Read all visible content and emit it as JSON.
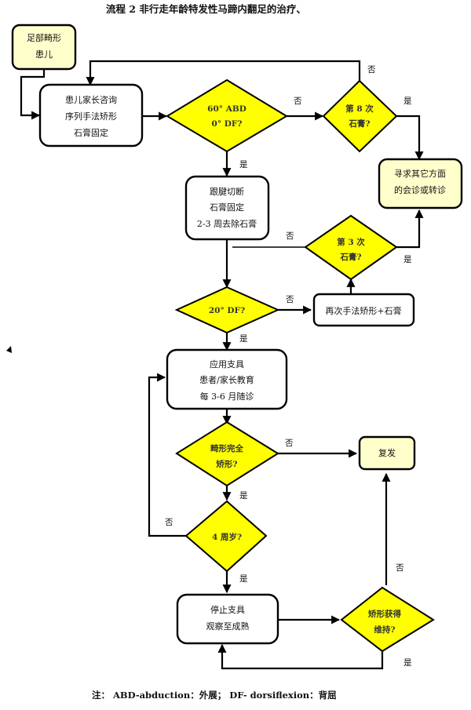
{
  "title": "流程 2  非行走年龄特发性马蹄内翻足的治疗、",
  "colors": {
    "terminal_fill": "#ffffcc",
    "process_fill": "#ffffff",
    "decision_fill": "#ffff00",
    "stroke": "#000000"
  },
  "nodes": {
    "start": {
      "lines": [
        "足部畸形",
        "患儿"
      ]
    },
    "consult": {
      "lines": [
        "患儿家长咨询",
        "序列手法矫形",
        "石膏固定"
      ]
    },
    "d_abd": {
      "lines": [
        "60° ABD",
        "0° DF?"
      ]
    },
    "d_cast8": {
      "lines": [
        "第 8 次",
        "石膏?"
      ]
    },
    "referral": {
      "lines": [
        "寻求其它方面",
        "的会诊或转诊"
      ]
    },
    "tenotomy": {
      "lines": [
        "跟腱切断",
        "石膏固定",
        "2-3 周去除石膏"
      ]
    },
    "d_cast3": {
      "lines": [
        "第 3 次",
        "石膏?"
      ]
    },
    "d_df20": {
      "lines": [
        "20° DF?"
      ]
    },
    "recast": {
      "lines": [
        "再次手法矫形+石膏"
      ]
    },
    "brace": {
      "lines": [
        "应用支具",
        "患者/家长教育",
        "每 3-6 月随诊"
      ]
    },
    "d_full": {
      "lines": [
        "畸形完全",
        "矫形?"
      ]
    },
    "relapse": {
      "lines": [
        "复发"
      ]
    },
    "d_age4": {
      "lines": [
        "4 周岁?"
      ]
    },
    "stop": {
      "lines": [
        "停止支具",
        "观察至成熟"
      ]
    },
    "d_maintain": {
      "lines": [
        "矫形获得",
        "维持?"
      ]
    }
  },
  "edge_labels": {
    "abd_no": "否",
    "abd_yes": "是",
    "cast8_no": "否",
    "cast8_yes": "是",
    "cast3_no": "否",
    "cast3_yes": "是",
    "df20_no": "否",
    "df20_yes": "是",
    "full_no": "否",
    "full_yes": "是",
    "age4_no": "否",
    "age4_yes": "是",
    "maintain_no": "否",
    "maintain_yes": "是"
  },
  "note": "注：  ABD-abduction：外展；   DF- dorsiflexion：背屈"
}
